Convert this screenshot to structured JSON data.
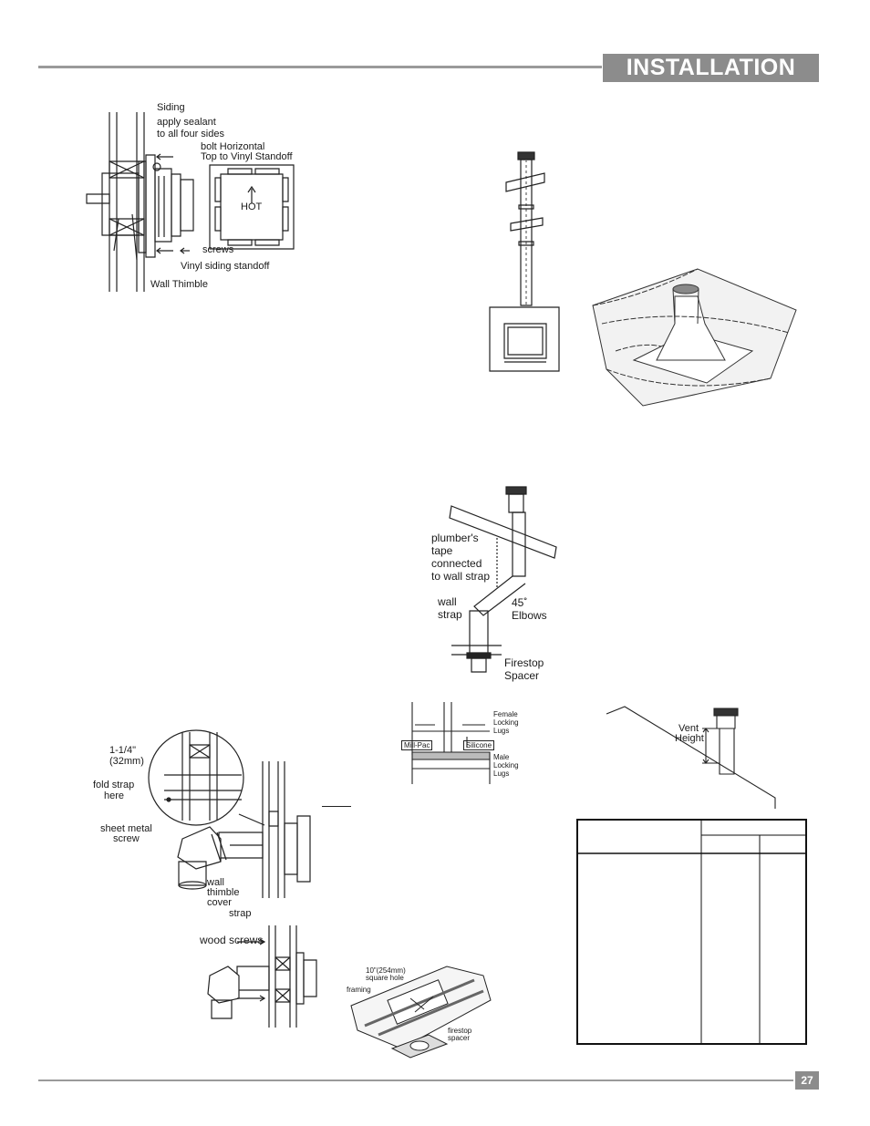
{
  "header": {
    "title": "INSTALLATION",
    "page_number": "27"
  },
  "fig_siding": {
    "siding": "Siding",
    "sealant_line1": "apply sealant",
    "sealant_line2": "to all four sides",
    "bolt_line1": "bolt Horizontal",
    "bolt_line2": "Top to Vinyl Standoff",
    "hot": "HOT",
    "screws": "screws",
    "vinyl": "Vinyl siding standoff",
    "wall_thimble": "Wall Thimble"
  },
  "fig_offset": {
    "plumbers_line1": "plumber's",
    "plumbers_line2": "tape",
    "plumbers_line3": "connected",
    "plumbers_line4": "to wall strap",
    "wall_line1": "wall",
    "wall_line2": "strap",
    "elbow_line1": "45˚",
    "elbow_line2": "Elbows",
    "firestop_line1": "Firestop",
    "firestop_line2": "Spacer"
  },
  "fig_locking": {
    "female_line1": "Female",
    "female_line2": "Locking",
    "female_line3": "Lugs",
    "mill_pac": "Mill-Pac",
    "silicone": "Silicone",
    "male_line1": "Male",
    "male_line2": "Locking",
    "male_line3": "Lugs"
  },
  "fig_vent_height": {
    "line1": "Vent",
    "line2": "Height"
  },
  "fig_strap": {
    "dim_line1": "1-1/4\"",
    "dim_line2": "(32mm)",
    "fold_line1": "fold strap",
    "fold_line2": "here",
    "sheet_line1": "sheet metal",
    "sheet_line2": "screw",
    "cover_line1": "wall",
    "cover_line2": "thimble",
    "cover_line3": "cover",
    "strap": "strap"
  },
  "fig_wood": {
    "wood_screws": "wood screws"
  },
  "fig_firestop": {
    "hole_line1": "10\"(254mm)",
    "hole_line2": "square hole",
    "framing": "framing",
    "spacer_line1": "firestop",
    "spacer_line2": "spacer"
  }
}
